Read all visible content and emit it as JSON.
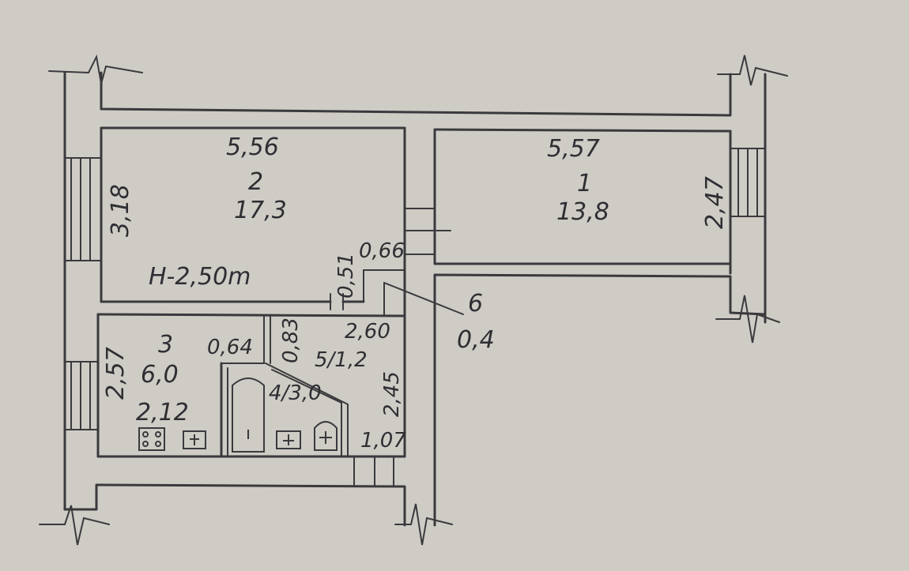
{
  "rooms": [
    {
      "number": "2",
      "area": "17,3"
    },
    {
      "number": "1",
      "area": "13,8"
    },
    {
      "number": "3",
      "area": "6,0"
    },
    {
      "number": "6",
      "area": "0,4"
    }
  ],
  "combined_labels": {
    "wc": "5/1,2",
    "bath": "4/3,0"
  },
  "height_label": "H-2,50m",
  "dimensions": {
    "room2_width": "5,56",
    "room2_depth": "3,18",
    "room1_width": "5,57",
    "room1_depth": "2,47",
    "room3_depth": "2,57",
    "room3_width": "2,12",
    "closet_width": "0,66",
    "closet_depth": "0,51",
    "hall_width": "2,60",
    "hall_depth": "2,45",
    "entry_width": "1,07",
    "bath_width": "0,64",
    "bath_depth": "0,83"
  },
  "colors": {
    "paper": "#cfccc5",
    "ink": "#3a3a3e"
  }
}
